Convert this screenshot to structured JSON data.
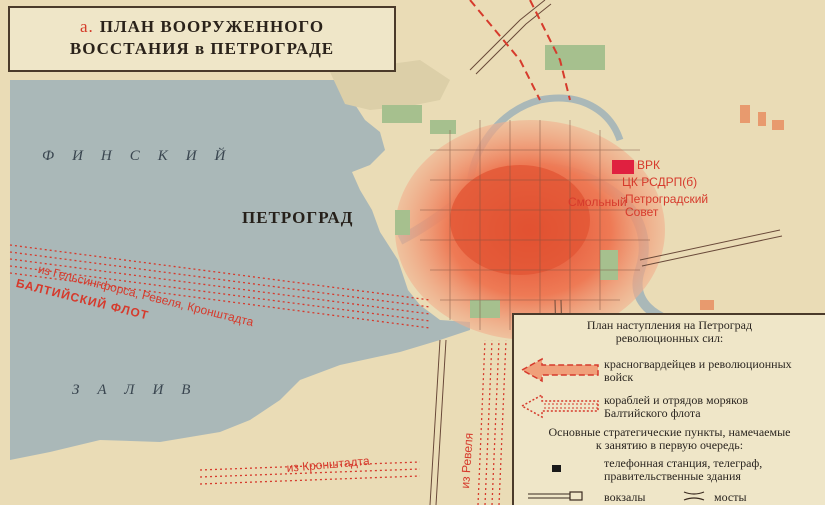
{
  "title": {
    "prefix": "а.",
    "line1": "ПЛАН ВООРУЖЕННОГО",
    "line2": "ВОССТАНИЯ в ПЕТРОГРАДЕ"
  },
  "labels": {
    "gulf_top": "ФИНСКИЙ",
    "gulf_bottom": "ЗАЛИВ",
    "city": "ПЕТРОГРАД",
    "route_helsinki": "из Гельсингфорса, Ревеля, Кронштадта",
    "fleet": "БАЛТИЙСКИЙ ФЛОТ",
    "from_kronstadt": "из Кронштадта",
    "from_revel": "из Ревеля",
    "vrk": "ВРК",
    "ck_rsdrp": "ЦК РСДРП(б)",
    "smolny": "Смольный",
    "petrograd_soviet": "Петроградский Совет"
  },
  "legend": {
    "heading_1": "План наступления на Петроград",
    "heading_2": "революционных сил:",
    "redguards_1": "красногвардейцев и революционных",
    "redguards_2": "войск",
    "sailors_1": "кораблей и отрядов моряков",
    "sailors_2": "Балтийского флота",
    "strategic_1": "Основные стратегические пункты, намечаемые",
    "strategic_2": "к занятию в первую очередь:",
    "points_1": "телефонная станция, телеграф,",
    "points_2": "правительственные здания",
    "stations": "вокзалы",
    "bridges": "мосты"
  },
  "colors": {
    "water": "#aab8b8",
    "land": "#eadcb6",
    "city_red": "#e8613f",
    "revolution_red": "#d63a2c",
    "park_green": "#a6c08e"
  }
}
